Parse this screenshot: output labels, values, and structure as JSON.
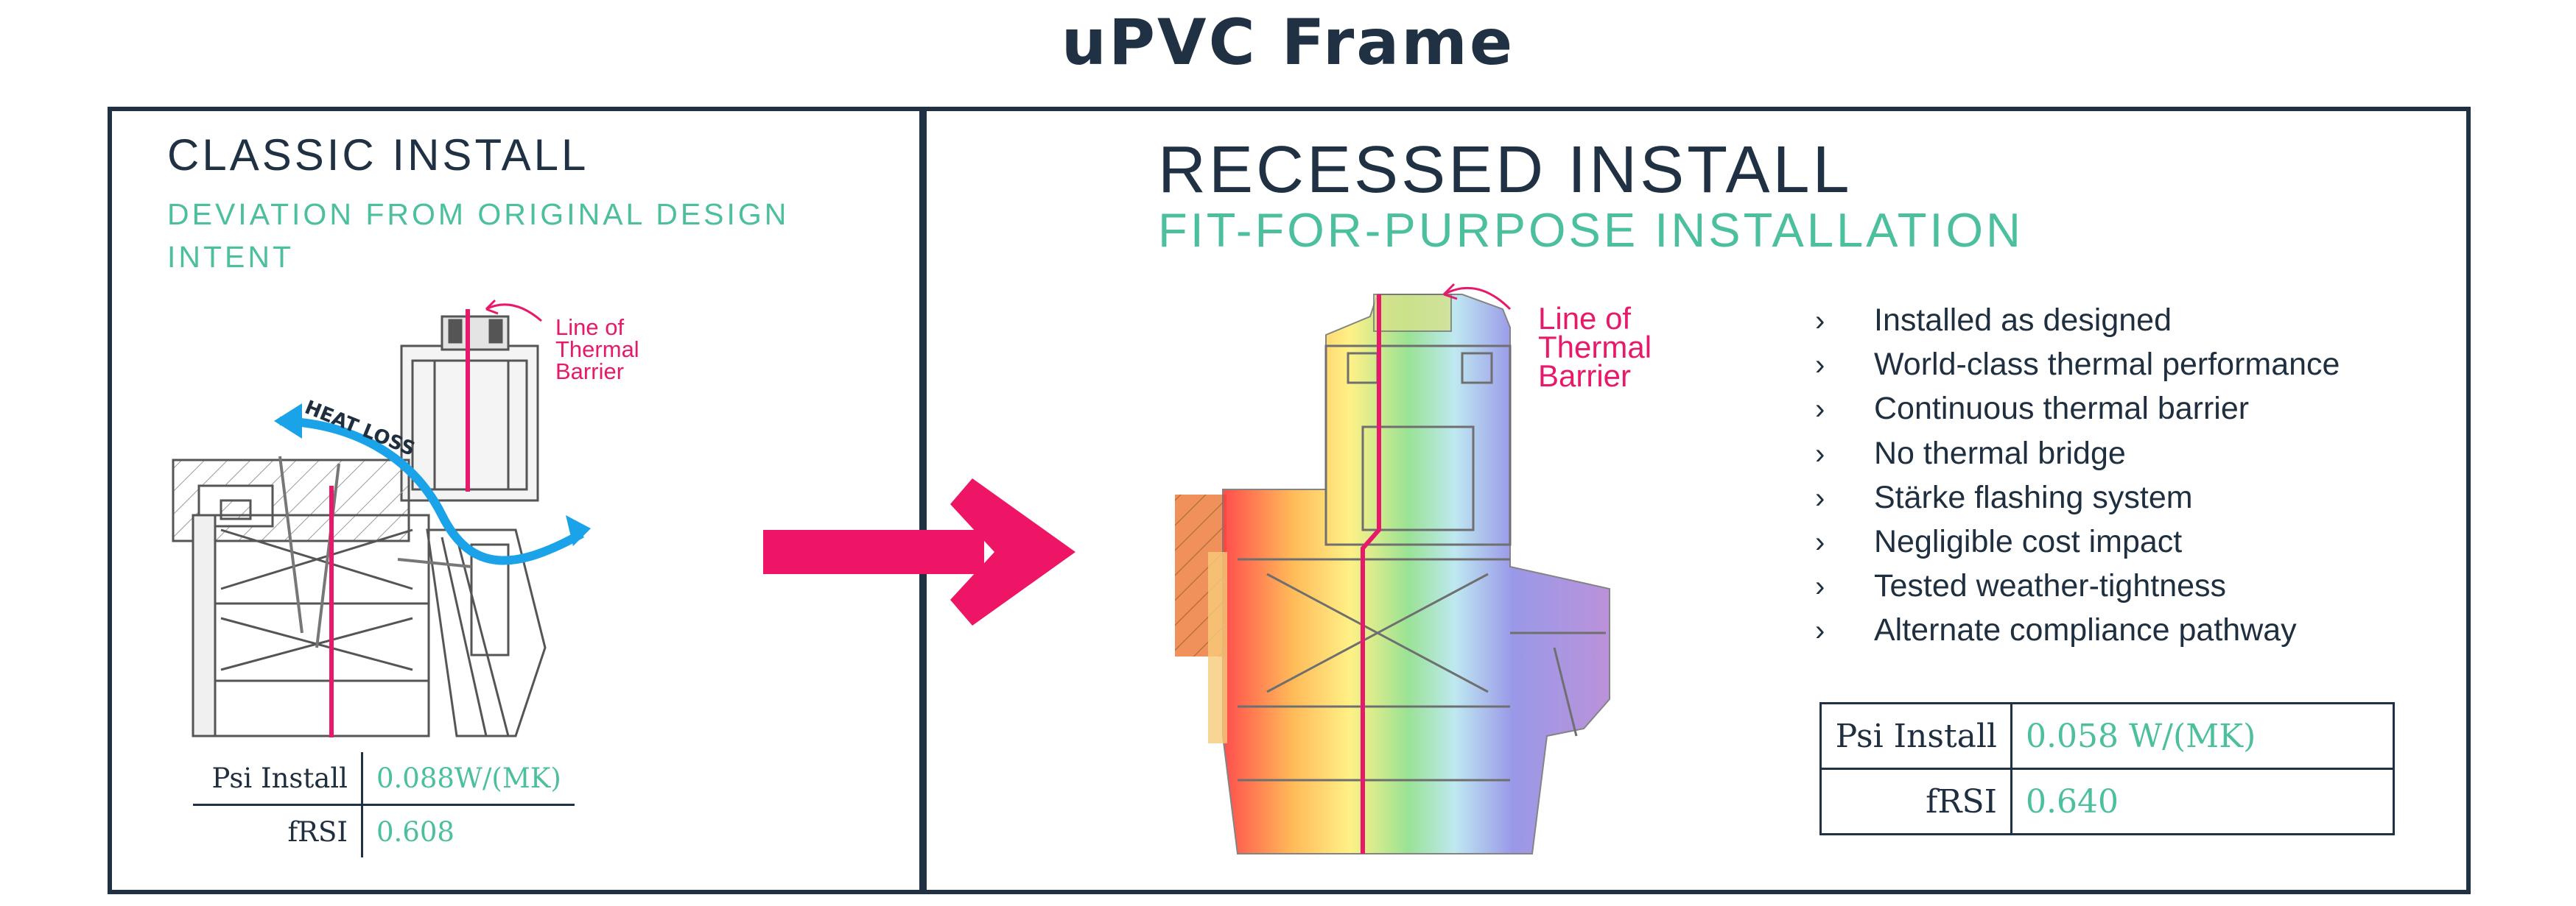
{
  "page_title": "uPVC Frame",
  "classic": {
    "title": "CLASSIC INSTALL",
    "subtitle": "DEVIATION FROM ORIGINAL DESIGN INTENT",
    "line_label": [
      "Line of",
      "Thermal",
      "Barrier"
    ],
    "heat_loss_label": "HEAT LOSS",
    "table": [
      {
        "label": "Psi Install",
        "value": "0.088W/(MK)"
      },
      {
        "label": "fRSI",
        "value": "0.608"
      }
    ]
  },
  "recessed": {
    "title": "RECESSED INSTALL",
    "subtitle": "FIT-FOR-PURPOSE INSTALLATION",
    "line_label": [
      "Line of",
      "Thermal",
      "Barrier"
    ],
    "features": [
      "Installed as designed",
      "World-class thermal performance",
      "Continuous thermal barrier",
      "No thermal bridge",
      "Stärke flashing system",
      "Negligible cost impact",
      "Tested weather-tightness",
      "Alternate compliance pathway"
    ],
    "table": [
      {
        "label": "Psi Install",
        "value": "0.058 W/(MK)"
      },
      {
        "label": "fRSI",
        "value": "0.640"
      }
    ]
  },
  "colors": {
    "navy": "#1f3142",
    "teal": "#4bbf9e",
    "magenta": "#e8196a",
    "heat_blue": "#1aa3e8"
  }
}
